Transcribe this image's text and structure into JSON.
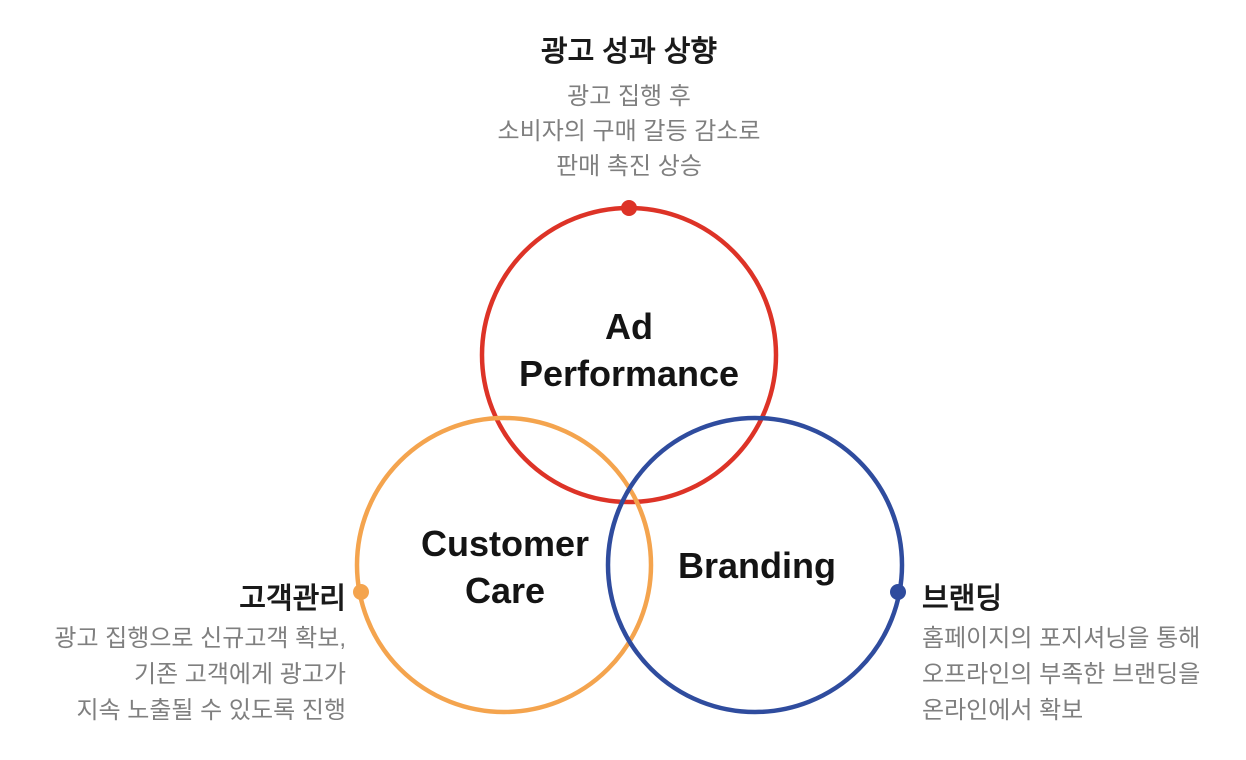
{
  "diagram": {
    "type": "venn",
    "circles": [
      {
        "id": "ad-performance",
        "label_lines": [
          "Ad",
          "Performance"
        ],
        "color": "#DD3327",
        "marker_position": "top"
      },
      {
        "id": "customer-care",
        "label_lines": [
          "Customer",
          "Care"
        ],
        "color": "#F4A44E",
        "marker_position": "left"
      },
      {
        "id": "branding",
        "label_lines": [
          "Branding"
        ],
        "color": "#2F4C9E",
        "marker_position": "right"
      }
    ],
    "annotations": [
      {
        "id": "ad-performance-note",
        "title": "광고 성과 상향",
        "lines": [
          "광고 집행 후",
          "소비자의 구매 갈등 감소로",
          "판매 촉진 상승"
        ]
      },
      {
        "id": "customer-care-note",
        "title": "고객관리",
        "lines": [
          "광고 집행으로 신규고객 확보,",
          "기존 고객에게 광고가",
          "지속 노출될 수 있도록 진행"
        ]
      },
      {
        "id": "branding-note",
        "title": "브랜딩",
        "lines": [
          "홈페이지의 포지셔닝을 통해",
          "오프라인의 부족한 브랜딩을",
          "온라인에서 확보"
        ]
      }
    ],
    "text_colors": {
      "title": "#1A1A1A",
      "body": "#7F7F7F",
      "circle_label": "#141414"
    },
    "background": "#FFFFFF"
  }
}
